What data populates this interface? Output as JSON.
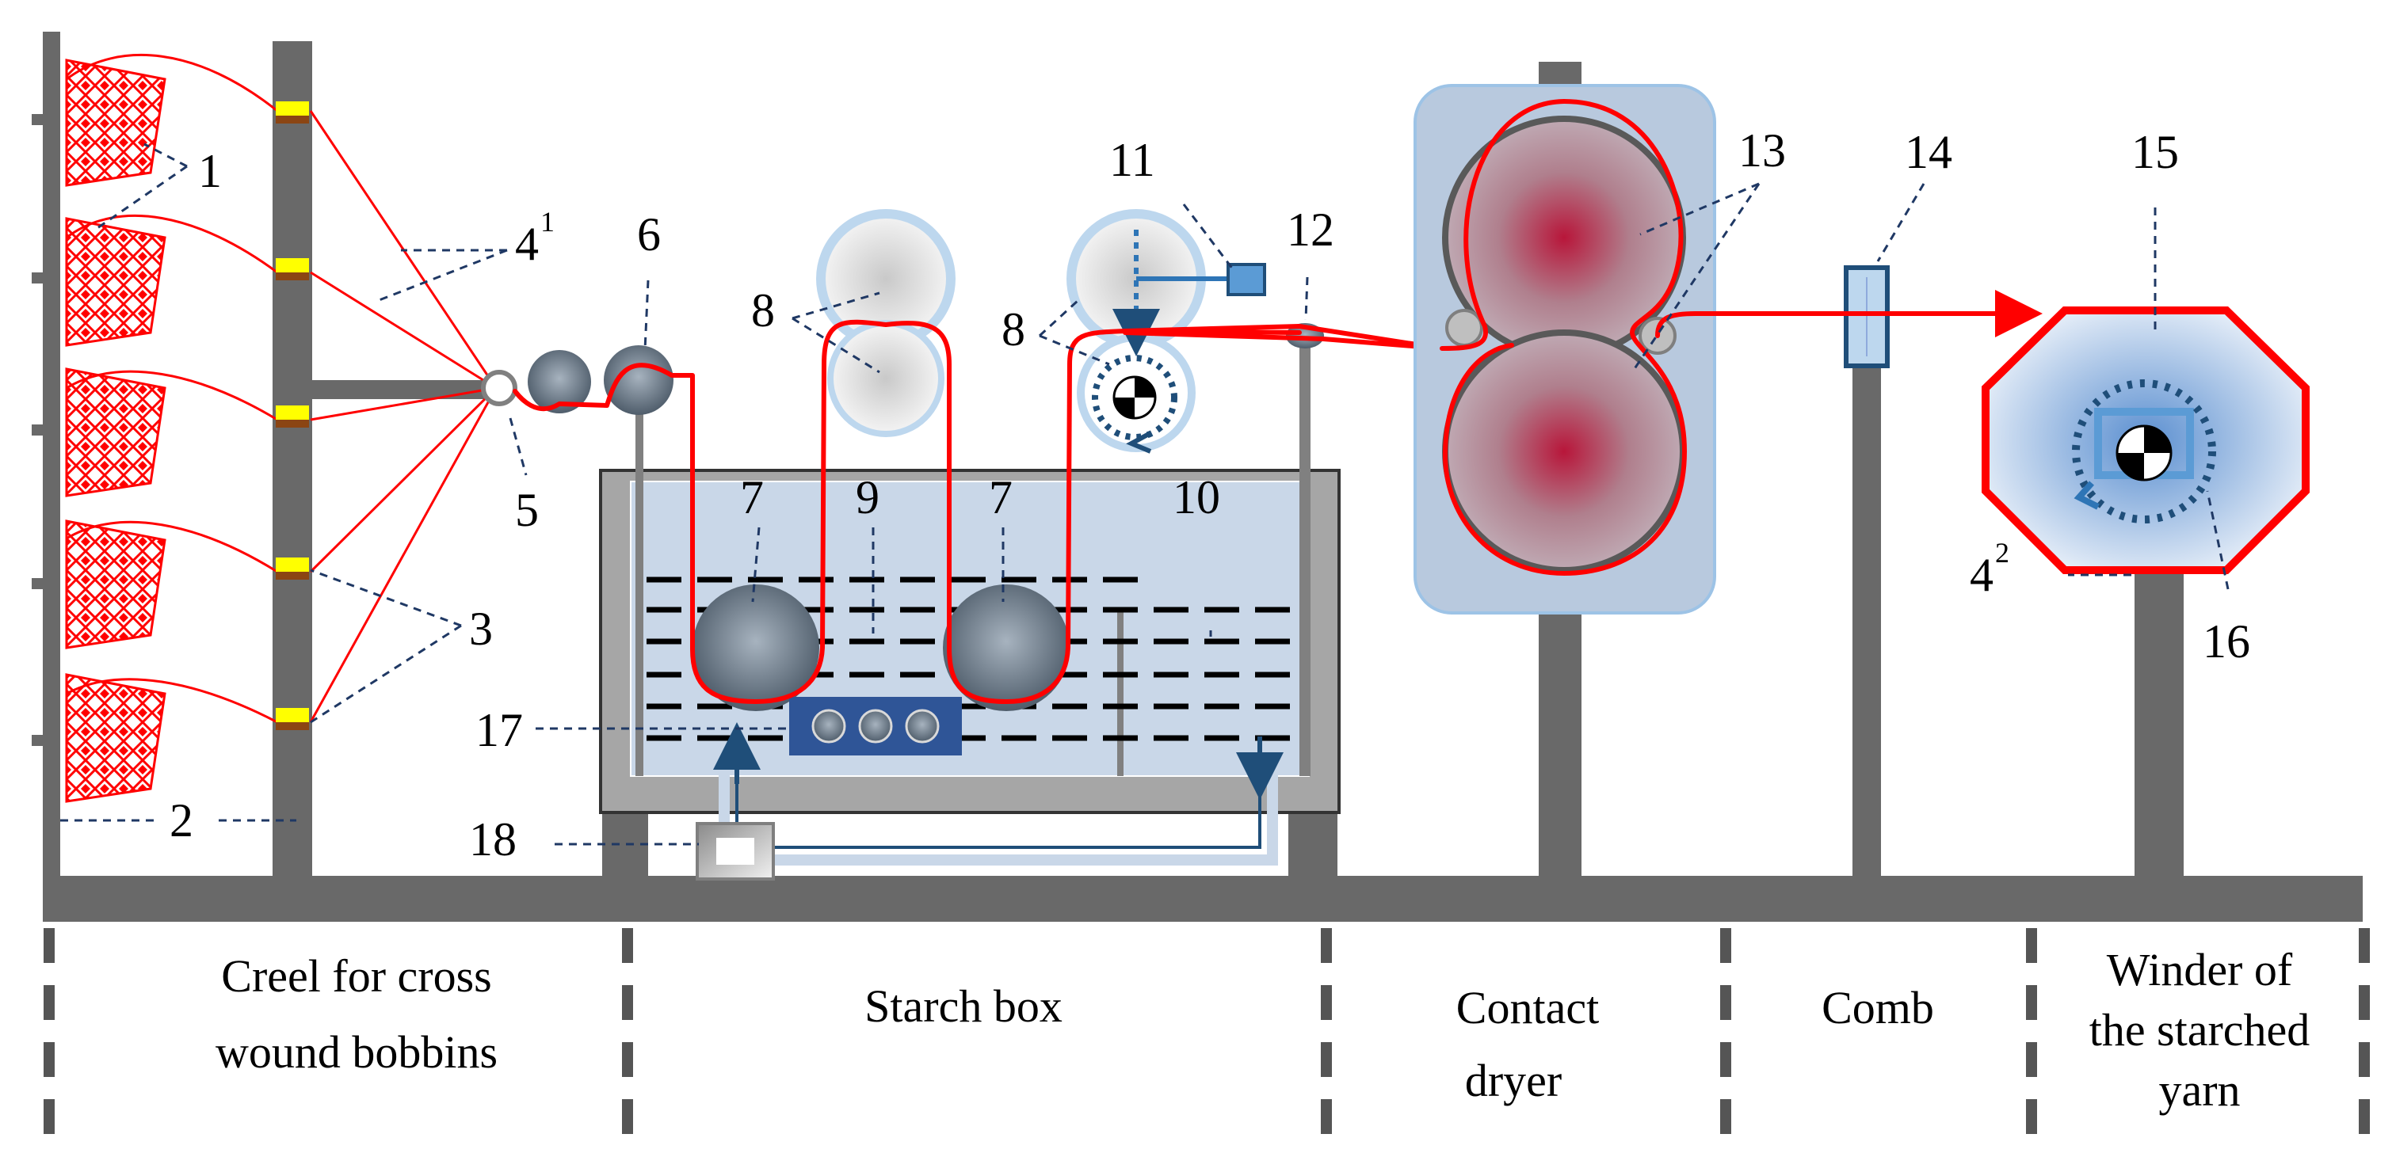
{
  "colors": {
    "frame": "#696969",
    "yarn": "#ff0000",
    "bobbin_pattern": "#ff0000",
    "bobbin_fill": "#ffffff",
    "tensioner": "#ffff00",
    "tensioner_base": "#8b4513",
    "bath_liquid": "#c9d7e8",
    "tank_wall": "#9a9a9a",
    "starch_dash": "#000000",
    "roller_grey": "#7f8c9a",
    "dryer_body": "#b8c9de",
    "dryer_cylinder": "#a94a5a",
    "pump_box": "#1f4e79",
    "winder_octagon": "#ff0000",
    "winder_fill": "#cfe0f3",
    "leader_line": "#1f3864"
  },
  "callouts": {
    "c1": "1",
    "c2": "2",
    "c3": "3",
    "c4_1": "4",
    "c4_1_sup": "1",
    "c4_2": "4",
    "c4_2_sup": "2",
    "c5": "5",
    "c6": "6",
    "c7a": "7",
    "c7b": "7",
    "c8a": "8",
    "c8b": "8",
    "c9": "9",
    "c10": "10",
    "c11": "11",
    "c12": "12",
    "c13": "13",
    "c14": "14",
    "c15": "15",
    "c16": "16",
    "c17": "17",
    "c18": "18"
  },
  "sections": {
    "creel": {
      "line1": "Creel for cross",
      "line2": "wound bobbins"
    },
    "starch_box": {
      "line1": "Starch box"
    },
    "contact_dryer": {
      "line1": "Contact",
      "line2": "dryer"
    },
    "comb": {
      "line1": "Comb"
    },
    "winder": {
      "line1": "Winder of",
      "line2": "the starched",
      "line3": "yarn"
    }
  },
  "icons": {
    "bobbin": "cross-wound-bobbin-icon",
    "motor": "motor-icon",
    "rotation": "rotation-arrow-icon",
    "pump": "pump-icon"
  }
}
